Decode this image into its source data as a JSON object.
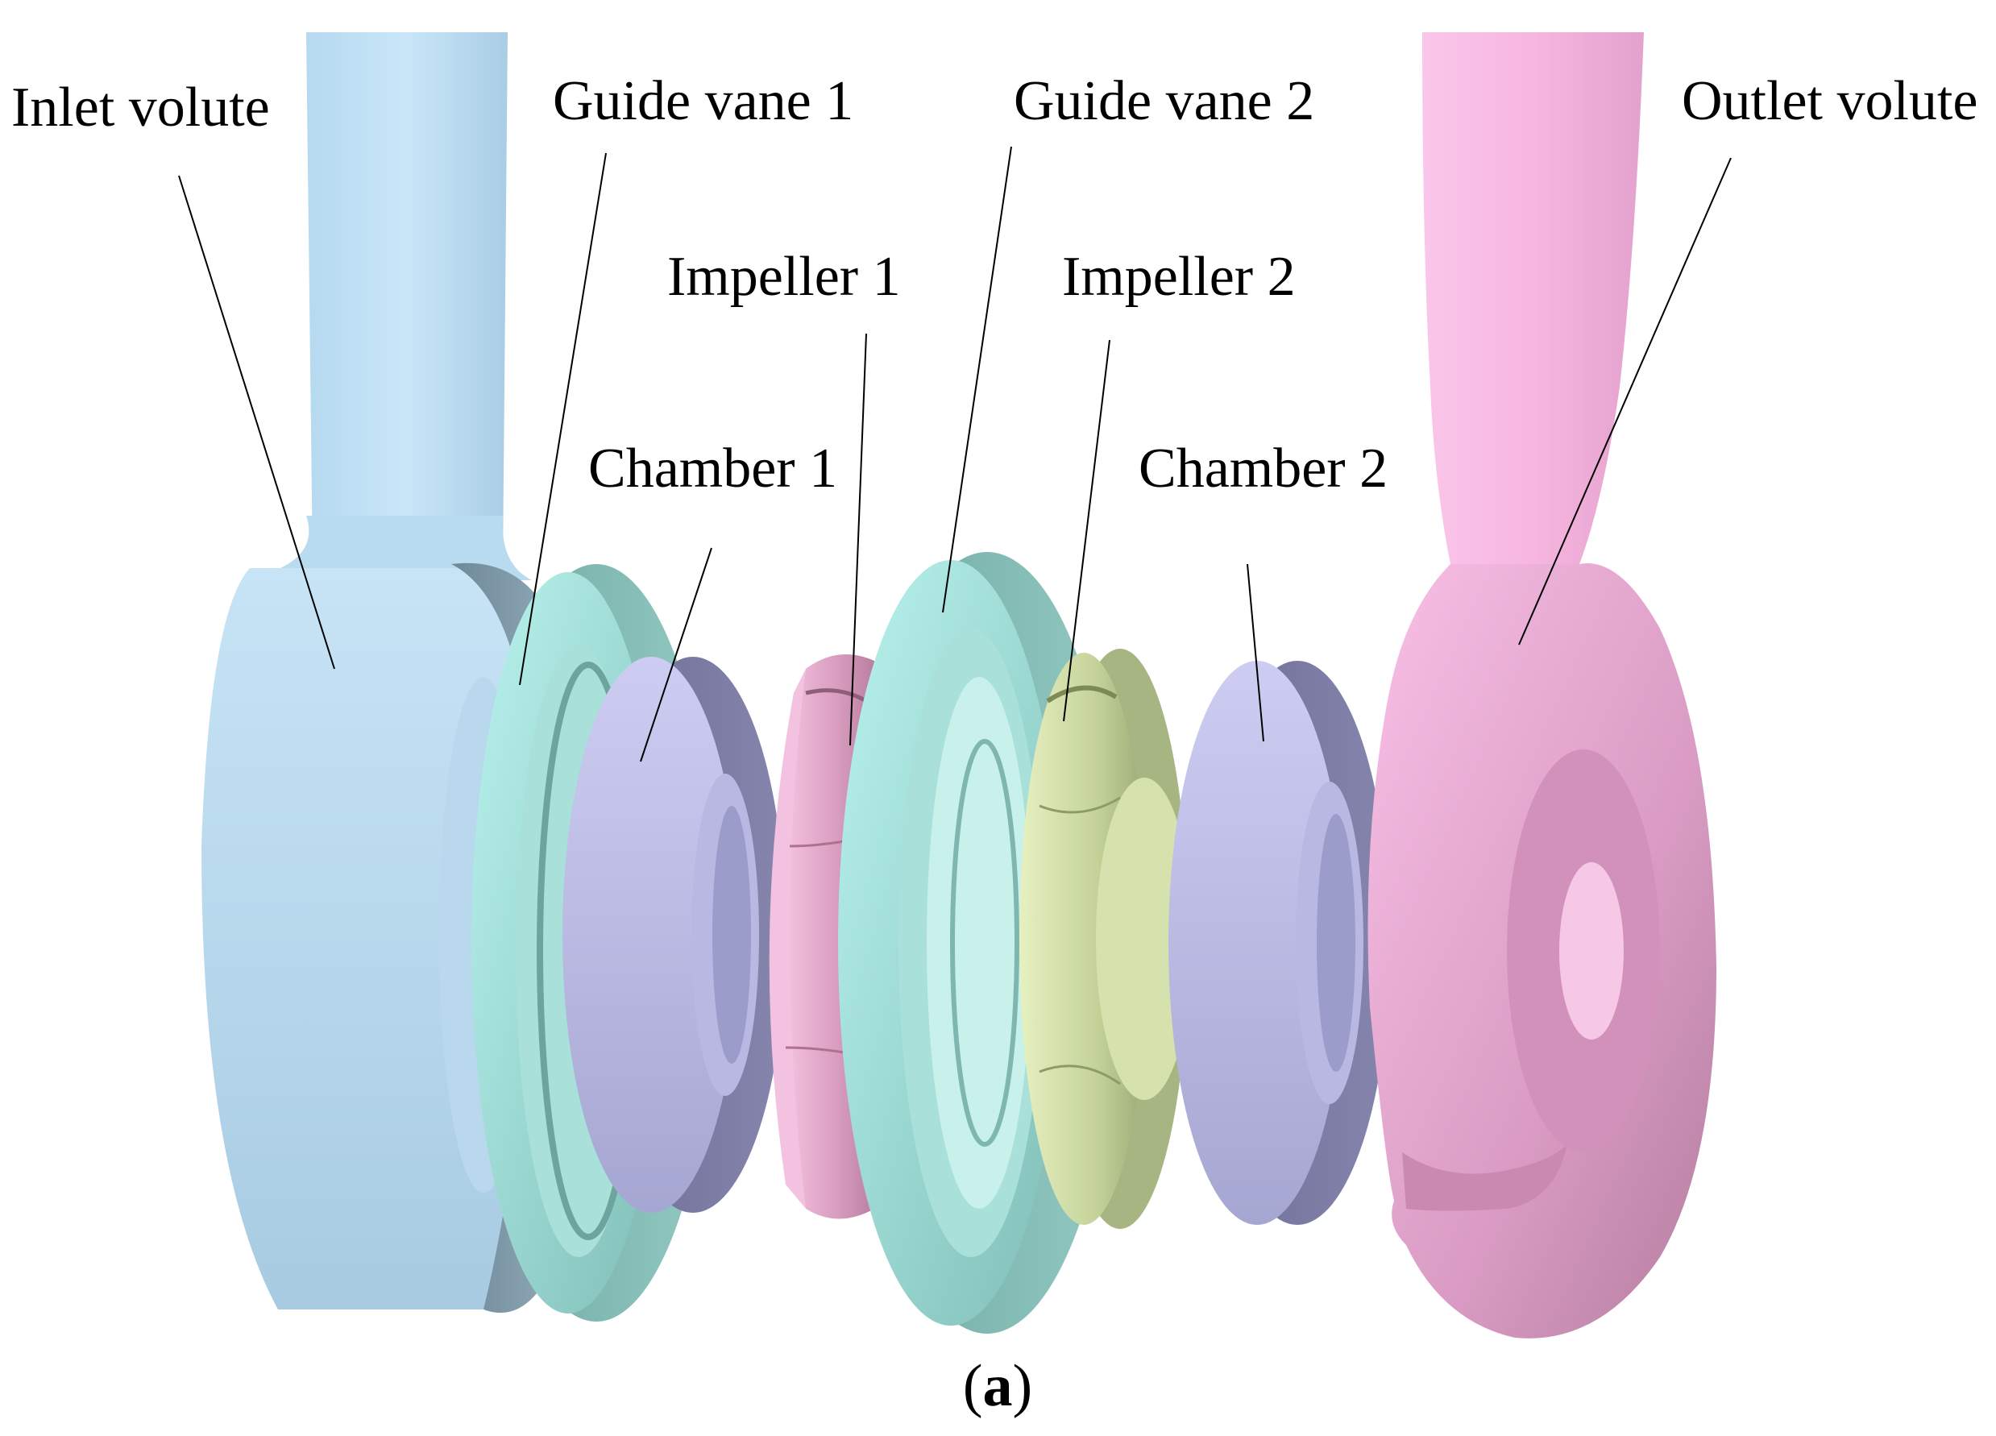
{
  "labels": {
    "inlet_volute": "Inlet volute",
    "guide_vane_1": "Guide vane 1",
    "guide_vane_2": "Guide vane 2",
    "outlet_volute": "Outlet volute",
    "impeller_1": "Impeller 1",
    "impeller_2": "Impeller 2",
    "chamber_1": "Chamber 1",
    "chamber_2": "Chamber 2"
  },
  "caption": {
    "open": "(",
    "letter": "a",
    "close": ")"
  },
  "colors": {
    "inlet_volute": "#c6e3f5",
    "guide_vane": "#b4ece6",
    "chamber": "#c9c9ee",
    "impeller_1": "#f0b3d6",
    "impeller_2": "#dde8b5",
    "outlet_volute": "#f5b8e0"
  }
}
